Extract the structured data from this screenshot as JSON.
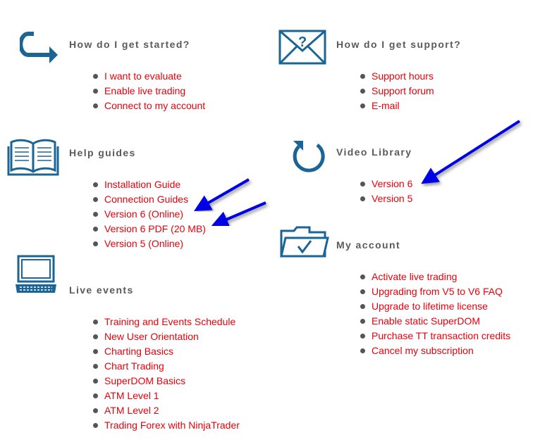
{
  "accent_color": "#1a6496",
  "link_color": "#e8000b",
  "sections": {
    "started": {
      "title": "How do I get started?",
      "icon": "curved-arrow-icon",
      "items": [
        "I want to evaluate",
        "Enable live trading",
        "Connect to my account"
      ]
    },
    "help": {
      "title": "Help guides",
      "icon": "book-icon",
      "items": [
        "Installation Guide",
        "Connection Guides",
        "Version 6 (Online)",
        "Version 6 PDF (20 MB)",
        "Version 5 (Online)"
      ]
    },
    "live": {
      "title": "Live events",
      "icon": "laptop-icon",
      "items": [
        "Training and Events Schedule",
        "New User Orientation",
        "Charting Basics",
        "Chart Trading",
        "SuperDOM Basics",
        "ATM Level 1",
        "ATM Level 2",
        "Trading Forex with NinjaTrader"
      ]
    },
    "support": {
      "title": "How do I get support?",
      "icon": "envelope-question-icon",
      "items": [
        "Support hours",
        "Support forum",
        "E-mail"
      ]
    },
    "video": {
      "title": "Video Library",
      "icon": "refresh-icon",
      "items": [
        "Version 6",
        "Version 5"
      ]
    },
    "account": {
      "title": "My account",
      "icon": "folder-check-icon",
      "items": [
        "Activate live trading",
        "Upgrading from V5 to V6 FAQ",
        "Upgrade to lifetime license",
        "Enable static SuperDOM",
        "Purchase TT transaction credits",
        "Cancel my subscription"
      ]
    }
  }
}
